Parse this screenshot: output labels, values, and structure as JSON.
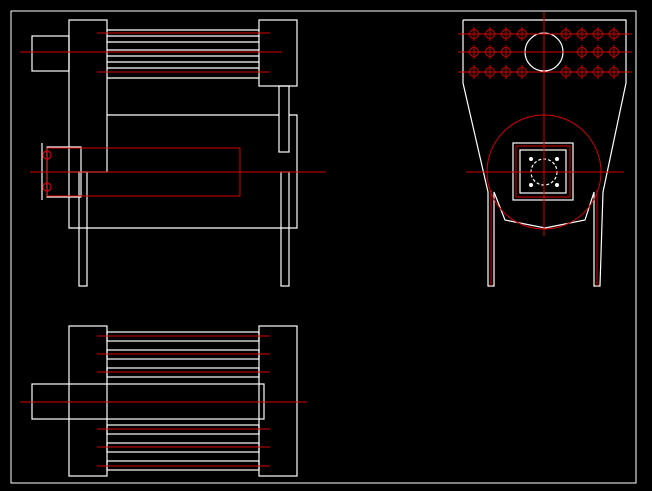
{
  "drawing": {
    "background_color": "#000000",
    "outline_color": "#ffffff",
    "centerline_color": "#d40000",
    "views": [
      {
        "id": "front-view",
        "description_visible": false
      },
      {
        "id": "side-view",
        "description_visible": false
      },
      {
        "id": "top-view",
        "description_visible": false
      }
    ]
  }
}
